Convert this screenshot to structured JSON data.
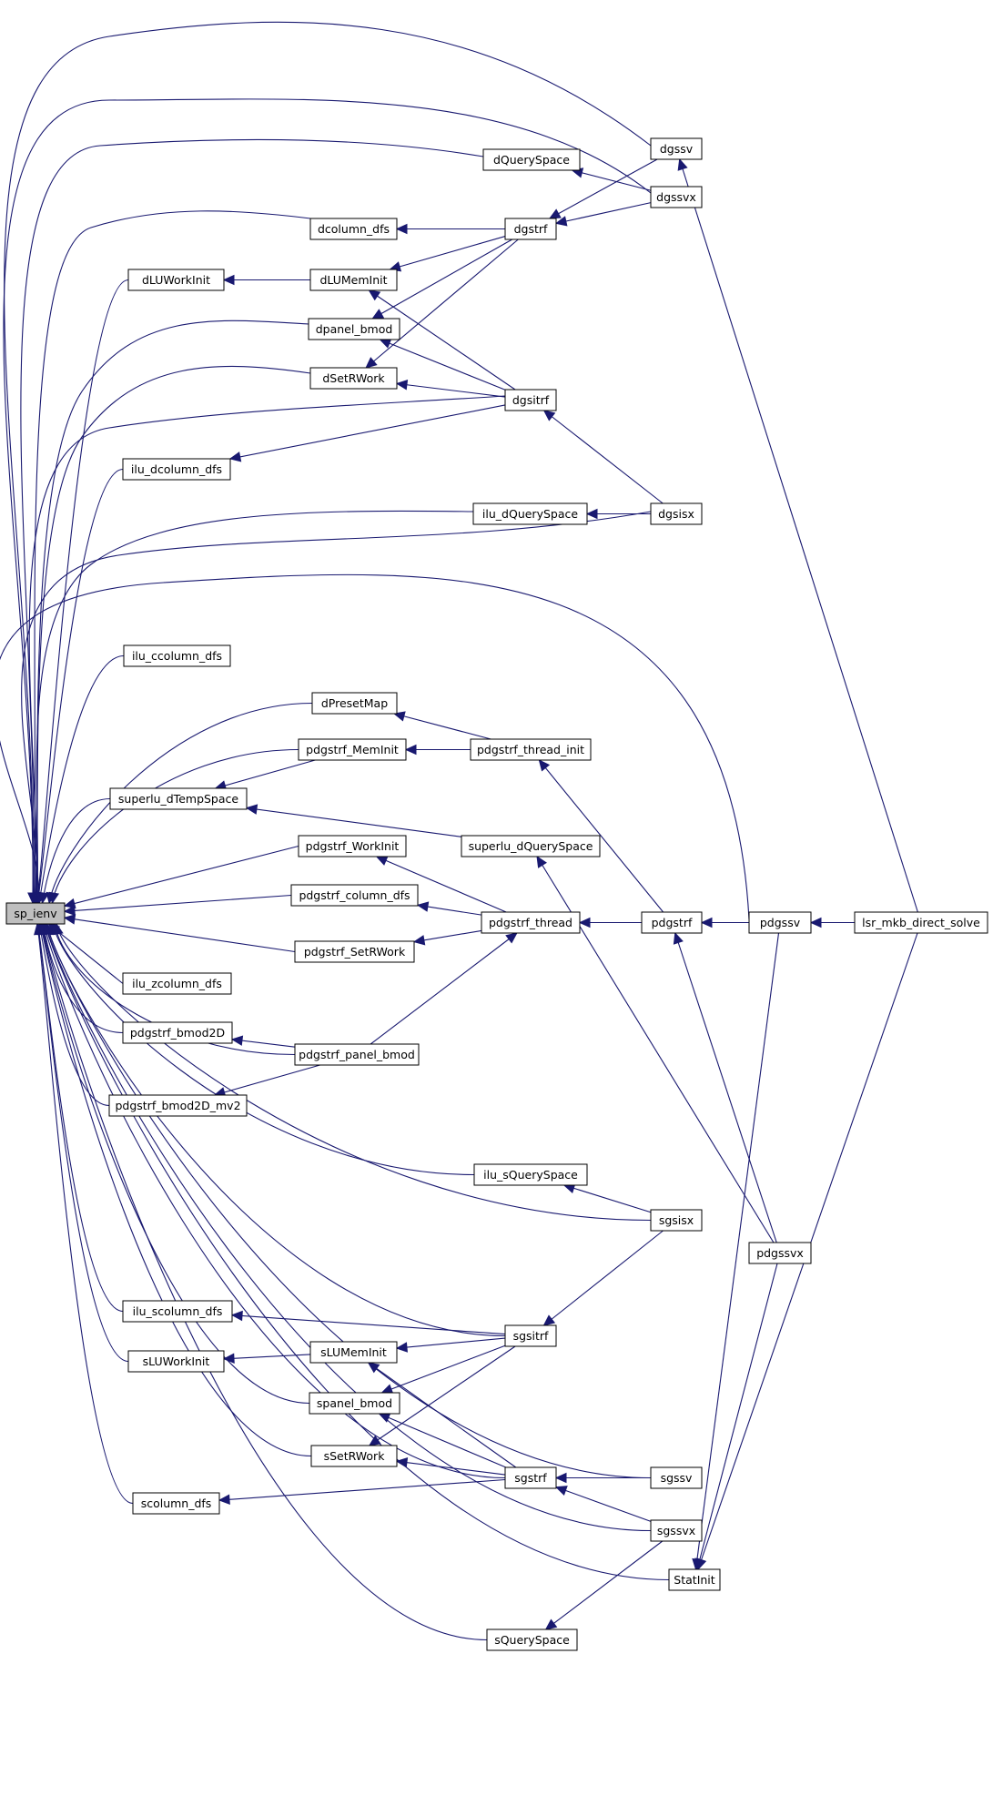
{
  "graph": {
    "root": "sp_ienv",
    "nodes": [
      {
        "id": "sp_ienv",
        "label": "sp_ienv"
      },
      {
        "id": "dgssv",
        "label": "dgssv"
      },
      {
        "id": "dQuerySpace",
        "label": "dQuerySpace"
      },
      {
        "id": "dgssvx",
        "label": "dgssvx"
      },
      {
        "id": "dcolumn_dfs",
        "label": "dcolumn_dfs"
      },
      {
        "id": "dgstrf",
        "label": "dgstrf"
      },
      {
        "id": "dLUWorkInit",
        "label": "dLUWorkInit"
      },
      {
        "id": "dLUMemInit",
        "label": "dLUMemInit"
      },
      {
        "id": "dpanel_bmod",
        "label": "dpanel_bmod"
      },
      {
        "id": "dSetRWork",
        "label": "dSetRWork"
      },
      {
        "id": "dgsitrf",
        "label": "dgsitrf"
      },
      {
        "id": "ilu_dcolumn_dfs",
        "label": "ilu_dcolumn_dfs"
      },
      {
        "id": "ilu_dQuerySpace",
        "label": "ilu_dQuerySpace"
      },
      {
        "id": "dgsisx",
        "label": "dgsisx"
      },
      {
        "id": "ilu_ccolumn_dfs",
        "label": "ilu_ccolumn_dfs"
      },
      {
        "id": "dPresetMap",
        "label": "dPresetMap"
      },
      {
        "id": "pdgstrf_MemInit",
        "label": "pdgstrf_MemInit"
      },
      {
        "id": "pdgstrf_thread_init",
        "label": "pdgstrf_thread_init"
      },
      {
        "id": "superlu_dTempSpace",
        "label": "superlu_dTempSpace"
      },
      {
        "id": "pdgstrf_WorkInit",
        "label": "pdgstrf_WorkInit"
      },
      {
        "id": "superlu_dQuerySpace",
        "label": "superlu_dQuerySpace"
      },
      {
        "id": "pdgstrf_column_dfs",
        "label": "pdgstrf_column_dfs"
      },
      {
        "id": "pdgstrf_thread",
        "label": "pdgstrf_thread"
      },
      {
        "id": "pdgstrf",
        "label": "pdgstrf"
      },
      {
        "id": "pdgssv",
        "label": "pdgssv"
      },
      {
        "id": "lsr_mkb_direct_solve",
        "label": "lsr_mkb_direct_solve"
      },
      {
        "id": "pdgstrf_SetRWork",
        "label": "pdgstrf_SetRWork"
      },
      {
        "id": "ilu_zcolumn_dfs",
        "label": "ilu_zcolumn_dfs"
      },
      {
        "id": "pdgstrf_bmod2D",
        "label": "pdgstrf_bmod2D"
      },
      {
        "id": "pdgstrf_panel_bmod",
        "label": "pdgstrf_panel_bmod"
      },
      {
        "id": "pdgstrf_bmod2D_mv2",
        "label": "pdgstrf_bmod2D_mv2"
      },
      {
        "id": "ilu_sQuerySpace",
        "label": "ilu_sQuerySpace"
      },
      {
        "id": "sgsisx",
        "label": "sgsisx"
      },
      {
        "id": "pdgssvx",
        "label": "pdgssvx"
      },
      {
        "id": "ilu_scolumn_dfs",
        "label": "ilu_scolumn_dfs"
      },
      {
        "id": "sgsitrf",
        "label": "sgsitrf"
      },
      {
        "id": "sLUWorkInit",
        "label": "sLUWorkInit"
      },
      {
        "id": "sLUMemInit",
        "label": "sLUMemInit"
      },
      {
        "id": "spanel_bmod",
        "label": "spanel_bmod"
      },
      {
        "id": "sSetRWork",
        "label": "sSetRWork"
      },
      {
        "id": "sgstrf",
        "label": "sgstrf"
      },
      {
        "id": "sgssv",
        "label": "sgssv"
      },
      {
        "id": "scolumn_dfs",
        "label": "scolumn_dfs"
      },
      {
        "id": "sgssvx",
        "label": "sgssvx"
      },
      {
        "id": "StatInit",
        "label": "StatInit"
      },
      {
        "id": "sQuerySpace",
        "label": "sQuerySpace"
      }
    ],
    "edges": [
      {
        "from": "dgssv",
        "to": "sp_ienv"
      },
      {
        "from": "dgssvx",
        "to": "sp_ienv"
      },
      {
        "from": "dQuerySpace",
        "to": "sp_ienv"
      },
      {
        "from": "dcolumn_dfs",
        "to": "sp_ienv"
      },
      {
        "from": "dLUWorkInit",
        "to": "sp_ienv"
      },
      {
        "from": "dpanel_bmod",
        "to": "sp_ienv"
      },
      {
        "from": "dSetRWork",
        "to": "sp_ienv"
      },
      {
        "from": "dgsitrf",
        "to": "sp_ienv"
      },
      {
        "from": "ilu_dcolumn_dfs",
        "to": "sp_ienv"
      },
      {
        "from": "ilu_dQuerySpace",
        "to": "sp_ienv"
      },
      {
        "from": "dgsisx",
        "to": "sp_ienv"
      },
      {
        "from": "pdgssv",
        "to": "sp_ienv"
      },
      {
        "from": "ilu_ccolumn_dfs",
        "to": "sp_ienv"
      },
      {
        "from": "dPresetMap",
        "to": "sp_ienv"
      },
      {
        "from": "pdgstrf_MemInit",
        "to": "sp_ienv"
      },
      {
        "from": "superlu_dTempSpace",
        "to": "sp_ienv"
      },
      {
        "from": "pdgstrf_WorkInit",
        "to": "sp_ienv"
      },
      {
        "from": "pdgstrf_column_dfs",
        "to": "sp_ienv"
      },
      {
        "from": "pdgstrf_SetRWork",
        "to": "sp_ienv"
      },
      {
        "from": "ilu_zcolumn_dfs",
        "to": "sp_ienv"
      },
      {
        "from": "pdgstrf_bmod2D",
        "to": "sp_ienv"
      },
      {
        "from": "pdgstrf_panel_bmod",
        "to": "sp_ienv"
      },
      {
        "from": "pdgstrf_bmod2D_mv2",
        "to": "sp_ienv"
      },
      {
        "from": "ilu_sQuerySpace",
        "to": "sp_ienv"
      },
      {
        "from": "sgsisx",
        "to": "sp_ienv"
      },
      {
        "from": "sgsitrf",
        "to": "sp_ienv"
      },
      {
        "from": "ilu_scolumn_dfs",
        "to": "sp_ienv"
      },
      {
        "from": "sLUWorkInit",
        "to": "sp_ienv"
      },
      {
        "from": "spanel_bmod",
        "to": "sp_ienv"
      },
      {
        "from": "sSetRWork",
        "to": "sp_ienv"
      },
      {
        "from": "scolumn_dfs",
        "to": "sp_ienv"
      },
      {
        "from": "sgstrf",
        "to": "sp_ienv"
      },
      {
        "from": "sgssv",
        "to": "sp_ienv"
      },
      {
        "from": "sQuerySpace",
        "to": "sp_ienv"
      },
      {
        "from": "sgssvx",
        "to": "sp_ienv"
      },
      {
        "from": "StatInit",
        "to": "sp_ienv"
      },
      {
        "from": "lsr_mkb_direct_solve",
        "to": "dgssv"
      },
      {
        "from": "dgssvx",
        "to": "dQuerySpace"
      },
      {
        "from": "dgstrf",
        "to": "dcolumn_dfs"
      },
      {
        "from": "dgstrf",
        "to": "dLUMemInit"
      },
      {
        "from": "dgstrf",
        "to": "dpanel_bmod"
      },
      {
        "from": "dgstrf",
        "to": "dSetRWork"
      },
      {
        "from": "dgssv",
        "to": "dgstrf"
      },
      {
        "from": "dgssvx",
        "to": "dgstrf"
      },
      {
        "from": "dLUMemInit",
        "to": "dLUWorkInit"
      },
      {
        "from": "dgsitrf",
        "to": "dLUMemInit"
      },
      {
        "from": "dgsitrf",
        "to": "dpanel_bmod"
      },
      {
        "from": "dgsitrf",
        "to": "dSetRWork"
      },
      {
        "from": "dgsitrf",
        "to": "ilu_dcolumn_dfs"
      },
      {
        "from": "dgsisx",
        "to": "dgsitrf"
      },
      {
        "from": "dgsisx",
        "to": "ilu_dQuerySpace"
      },
      {
        "from": "pdgstrf_thread_init",
        "to": "dPresetMap"
      },
      {
        "from": "pdgstrf_thread_init",
        "to": "pdgstrf_MemInit"
      },
      {
        "from": "pdgstrf_MemInit",
        "to": "superlu_dTempSpace"
      },
      {
        "from": "superlu_dQuerySpace",
        "to": "superlu_dTempSpace"
      },
      {
        "from": "pdgstrf",
        "to": "pdgstrf_thread_init"
      },
      {
        "from": "pdgssvx",
        "to": "superlu_dQuerySpace"
      },
      {
        "from": "pdgstrf_thread",
        "to": "pdgstrf_WorkInit"
      },
      {
        "from": "pdgstrf_thread",
        "to": "pdgstrf_column_dfs"
      },
      {
        "from": "pdgstrf_thread",
        "to": "pdgstrf_SetRWork"
      },
      {
        "from": "pdgstrf_panel_bmod",
        "to": "pdgstrf_thread"
      },
      {
        "from": "pdgstrf",
        "to": "pdgstrf_thread"
      },
      {
        "from": "pdgssv",
        "to": "pdgstrf"
      },
      {
        "from": "pdgssvx",
        "to": "pdgstrf"
      },
      {
        "from": "lsr_mkb_direct_solve",
        "to": "pdgssv"
      },
      {
        "from": "pdgstrf_panel_bmod",
        "to": "pdgstrf_bmod2D"
      },
      {
        "from": "pdgstrf_panel_bmod",
        "to": "pdgstrf_bmod2D_mv2"
      },
      {
        "from": "sgsisx",
        "to": "ilu_sQuerySpace"
      },
      {
        "from": "sgsisx",
        "to": "sgsitrf"
      },
      {
        "from": "sgsitrf",
        "to": "ilu_scolumn_dfs"
      },
      {
        "from": "sgsitrf",
        "to": "sLUMemInit"
      },
      {
        "from": "sgsitrf",
        "to": "spanel_bmod"
      },
      {
        "from": "sgsitrf",
        "to": "sSetRWork"
      },
      {
        "from": "sLUMemInit",
        "to": "sLUWorkInit"
      },
      {
        "from": "sgstrf",
        "to": "sLUMemInit"
      },
      {
        "from": "sgstrf",
        "to": "spanel_bmod"
      },
      {
        "from": "sgstrf",
        "to": "sSetRWork"
      },
      {
        "from": "sgstrf",
        "to": "scolumn_dfs"
      },
      {
        "from": "sgssv",
        "to": "sgstrf"
      },
      {
        "from": "sgssvx",
        "to": "sgstrf"
      },
      {
        "from": "sgssvx",
        "to": "sQuerySpace"
      },
      {
        "from": "pdgssv",
        "to": "StatInit"
      },
      {
        "from": "pdgssvx",
        "to": "StatInit"
      },
      {
        "from": "lsr_mkb_direct_solve",
        "to": "StatInit"
      }
    ]
  }
}
